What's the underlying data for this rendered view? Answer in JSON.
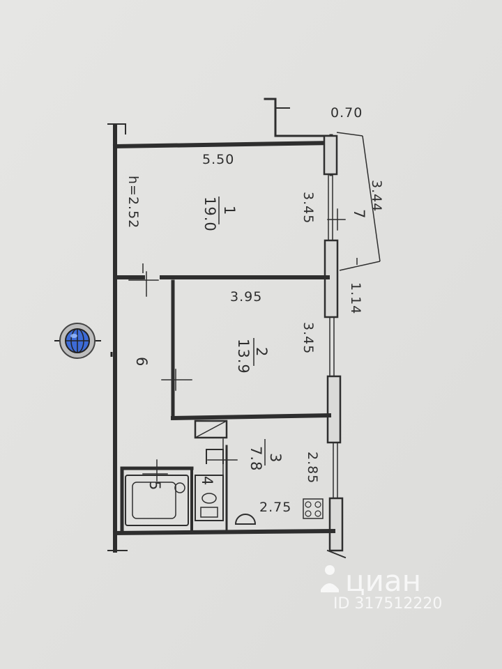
{
  "plan": {
    "height_label": "h=2.52",
    "rooms": [
      {
        "number": "1",
        "area": "19.0"
      },
      {
        "number": "2",
        "area": "13.9"
      },
      {
        "number": "3",
        "area": "7.8"
      },
      {
        "number": "4"
      },
      {
        "number": "5"
      },
      {
        "number": "6"
      },
      {
        "number": "7"
      }
    ],
    "dimensions": {
      "top_room1": "5.50",
      "balcony_end": "0.70",
      "balcony_length": "3.44",
      "window_room1": "3.45",
      "balcony_offset": "1.14",
      "room2_width": "3.95",
      "room2_depth": "3.45",
      "kitchen_depth": "2.85",
      "kitchen_width": "2.75"
    }
  },
  "watermark": {
    "brand": "циан",
    "id": "ID 317512220"
  },
  "colors": {
    "paper": "#e3e3e1",
    "ink": "#2e2e2e",
    "marker": "#3d6bd6"
  },
  "icons": {
    "compass": "compass-icon",
    "watermark_logo": "cian-logo-icon"
  }
}
